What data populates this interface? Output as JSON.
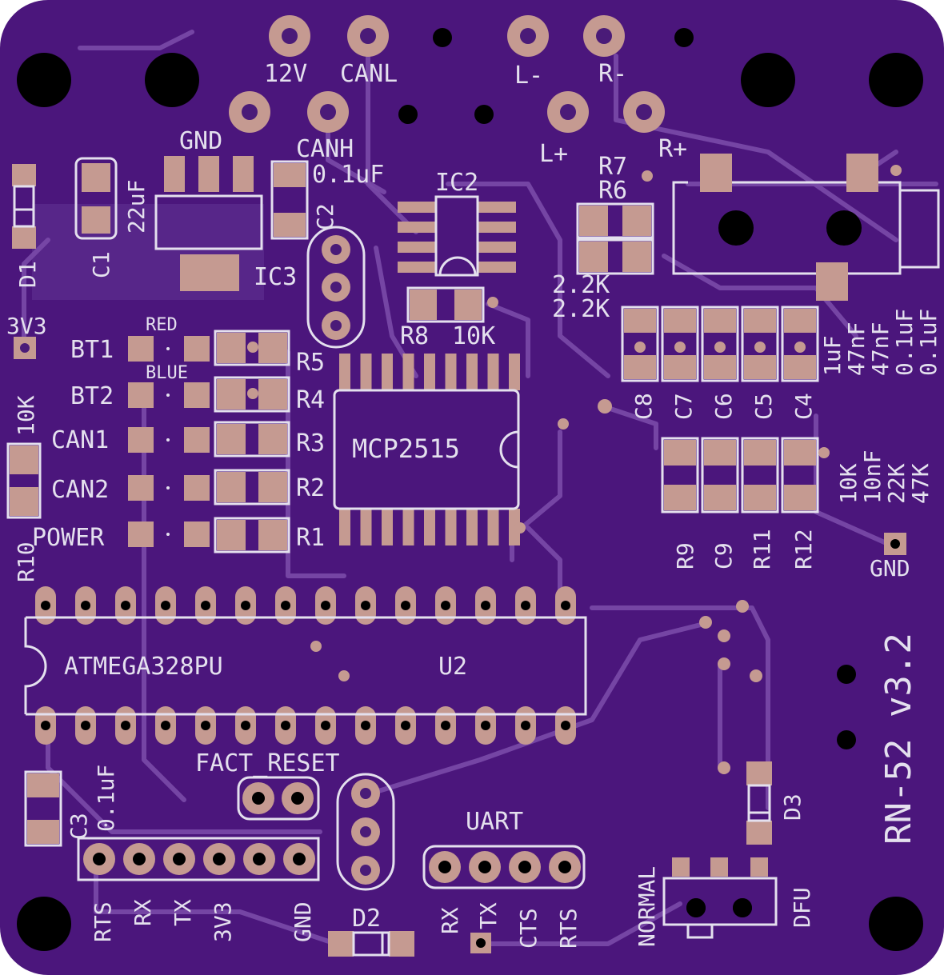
{
  "board": {
    "version_label": "RN-52 v3.2",
    "colors": {
      "substrate": "#4b167c",
      "copper_fill": "#5a2a8c",
      "trace": "#7a4aa8",
      "pad": "#c59a91",
      "silkscreen": "#e4e0ee",
      "mounting_hole": "#000000"
    },
    "connectors": {
      "power_can_audio": [
        "12V",
        "CANL",
        "CANH",
        "L-",
        "R-",
        "L+",
        "R+"
      ],
      "test_3v3": "3V3",
      "test_gnd": "GND",
      "fact_reset": "FACT_RESET",
      "uart_title": "UART",
      "uart_pins": [
        "RX",
        "TX",
        "CTS",
        "RTS"
      ],
      "ftdi_pins": [
        "RTS",
        "RX",
        "TX",
        "3V3",
        "",
        "GND"
      ],
      "switch_labels": [
        "NORMAL",
        "DFU"
      ]
    },
    "components": {
      "ic_mcp": "MCP2515",
      "ic_atmega": "ATMEGA328PU",
      "u2": "U2",
      "ic2": "IC2",
      "ic3": "IC3",
      "regulator_gnd": "GND",
      "c1": "C1",
      "c1_value": "22uF",
      "c2": "C2",
      "c2_value": "0.1uF",
      "c3": "C3",
      "c3_value": "0.1uF",
      "d1": "D1",
      "d2": "D2",
      "d3": "D3",
      "r5": "R5",
      "r4": "R4",
      "r3": "R3",
      "r2": "R2",
      "r1": "R1",
      "r6": "R6",
      "r7": "R7",
      "r6_value": "2.2K",
      "r7_value": "2.2K",
      "r8": "R8",
      "r8_value": "10K",
      "r10": "R10",
      "r10_value": "10K",
      "leds": [
        "BT1",
        "BT2",
        "CAN1",
        "CAN2",
        "POWER"
      ],
      "led_color_red": "RED",
      "led_color_blue": "BLUE",
      "cap_bank": [
        "C8",
        "C7",
        "C6",
        "C5",
        "C4"
      ],
      "cap_bank_values": [
        "1uF",
        "47nF",
        "47nF",
        "0.1uF",
        "0.1uF"
      ],
      "filter_bank": [
        "R9",
        "C9",
        "R11",
        "R12"
      ],
      "filter_bank_values": [
        "10K",
        "10nF",
        "22K",
        "47K"
      ]
    }
  }
}
